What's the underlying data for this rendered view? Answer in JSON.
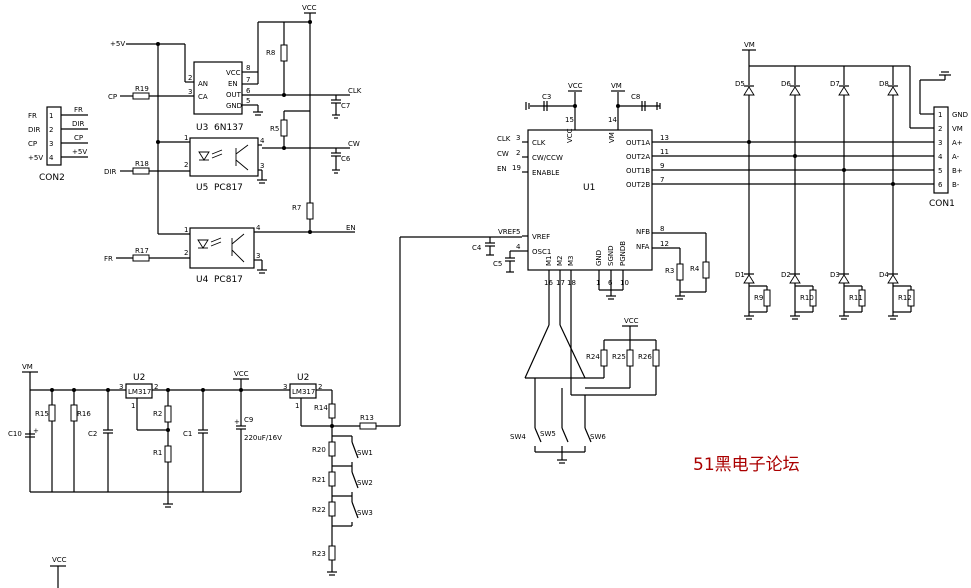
{
  "nets": {
    "vcc": "VCC",
    "vm": "VM",
    "p5v": "+5V",
    "clk": "CLK",
    "cw": "CW",
    "en": "EN",
    "cp": "CP",
    "dir": "DIR",
    "fr": "FR",
    "gnd": "GND",
    "vref": "VREF"
  },
  "u3": {
    "ref": "U3",
    "part": "6N137",
    "pins": {
      "an": "AN",
      "ca": "CA",
      "vcc": "VCC",
      "en": "EN",
      "out": "OUT",
      "gnd": "GND"
    }
  },
  "u5": {
    "ref": "U5",
    "part": "PC817"
  },
  "u4": {
    "ref": "U4",
    "part": "PC817"
  },
  "u1": {
    "ref": "U1",
    "left_pins": [
      "CLK",
      "CW/CCW",
      "ENABLE",
      "VREF",
      "OSC1"
    ],
    "right_pins": [
      "OUT1A",
      "OUT2A",
      "OUT1B",
      "OUT2B",
      "NFB",
      "NFA"
    ],
    "top_pins": [
      "VCC",
      "VM"
    ],
    "bottom_pins": [
      "M1",
      "M2",
      "M3",
      "GND",
      "SGND",
      "PGNDB"
    ],
    "pin_nums": {
      "clk": "3",
      "cw": "2",
      "enable": "19",
      "vref": "5",
      "osc": "4",
      "out1a": "13",
      "out2a": "11",
      "out1b": "9",
      "out2b": "7",
      "nfb": "8",
      "nfa": "12",
      "vcc": "15",
      "vm": "14",
      "m1": "16",
      "m2": "17",
      "m3": "18",
      "gnd": "1",
      "sgnd": "6",
      "pgndb": "10"
    }
  },
  "con2": {
    "ref": "CON2",
    "labels": [
      "FR",
      "DIR",
      "CP",
      "+5V"
    ],
    "nets": [
      "FR",
      "DIR",
      "CP",
      "+5V"
    ],
    "pins": [
      "1",
      "2",
      "3",
      "4"
    ]
  },
  "con1": {
    "ref": "CON1",
    "labels": [
      "GND",
      "VM",
      "A+",
      "A-",
      "B+",
      "B-"
    ],
    "pins": [
      "1",
      "2",
      "3",
      "4",
      "5",
      "6"
    ]
  },
  "u2a": {
    "ref": "U2",
    "part": "LM317",
    "pins": [
      "3",
      "2",
      "1"
    ]
  },
  "u2b": {
    "ref": "U2",
    "part": "LM317",
    "pins": [
      "3",
      "2",
      "1"
    ]
  },
  "resistors": {
    "r1": "R1",
    "r2": "R2",
    "r3": "R3",
    "r4": "R4",
    "r5": "R5",
    "r7": "R7",
    "r8": "R8",
    "r9": "R9",
    "r10": "R10",
    "r11": "R11",
    "r12": "R12",
    "r13": "R13",
    "r14": "R14",
    "r15": "R15",
    "r16": "R16",
    "r17": "R17",
    "r18": "R18",
    "r19": "R19",
    "r20": "R20",
    "r21": "R21",
    "r22": "R22",
    "r23": "R23",
    "r24": "R24",
    "r25": "R25",
    "r26": "R26"
  },
  "capacitors": {
    "c1": "C1",
    "c2": "C2",
    "c3": "C3",
    "c4": "C4",
    "c5": "C5",
    "c6": "C6",
    "c7": "C7",
    "c8": "C8",
    "c9": "C9",
    "c9_value": "220uF/16V",
    "c10": "C10"
  },
  "diodes": {
    "d1": "D1",
    "d2": "D2",
    "d3": "D3",
    "d4": "D4",
    "d5": "D5",
    "d6": "D6",
    "d7": "D7",
    "d8": "D8"
  },
  "switches": {
    "sw1": "SW1",
    "sw2": "SW2",
    "sw3": "SW3",
    "sw4": "SW4",
    "sw5": "SW5",
    "sw6": "SW6"
  },
  "pins_misc": {
    "p1": "1",
    "p2": "2",
    "p3": "3",
    "p4": "4",
    "p5": "5",
    "p6": "6",
    "p7": "7",
    "p8": "8",
    "plus": "+"
  },
  "watermark": "51黑电子论坛"
}
